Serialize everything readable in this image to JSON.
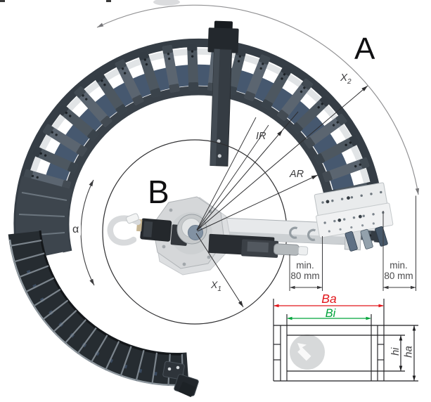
{
  "figure": {
    "region_labels": {
      "outer": "A",
      "inner": "B"
    },
    "radial_dimensions": {
      "x2": {
        "base": "X",
        "sub": "2"
      },
      "x1": {
        "base": "X",
        "sub": "1"
      },
      "inner_radius": "IR",
      "adjust_radius": "AR",
      "rotation_angle": "α"
    },
    "clearances": {
      "left": {
        "line1": "min.",
        "line2": "80 mm"
      },
      "right": {
        "line1": "min.",
        "line2": "80 mm"
      }
    },
    "cross_section": {
      "outer_width": {
        "label": "Ba",
        "color": "#e2161b"
      },
      "inner_width": {
        "label": "Bi",
        "color": "#00a43b"
      },
      "inner_height": {
        "label": "hi"
      },
      "outer_height": {
        "label": "ha"
      },
      "line_color": "#1f1f21"
    },
    "photo": {
      "chain_color": "#4d5760",
      "cable_color": "#46586f"
    },
    "annotation_color": "#2e2e30",
    "arc_color": "#919193"
  }
}
